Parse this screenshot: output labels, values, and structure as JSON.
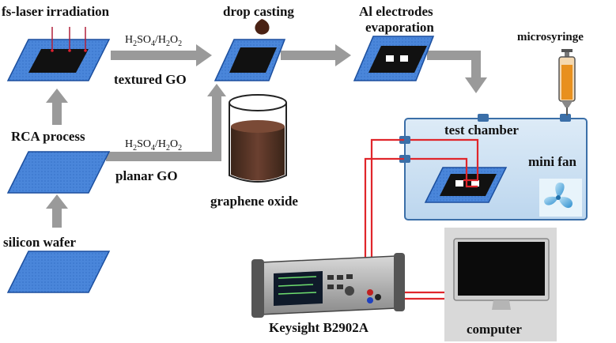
{
  "labels": {
    "fs_laser": "fs-laser irradiation",
    "drop_casting": "drop casting",
    "al_electrodes_1": "Al electrodes",
    "al_electrodes_2": "evaporation",
    "microsyringe": "microsyringe",
    "textured_go": "textured GO",
    "rca_process": "RCA process",
    "planar_go": "planar GO",
    "graphene_oxide": "graphene oxide",
    "test_chamber": "test chamber",
    "mini_fan": "mini fan",
    "silicon_wafer": "silicon wafer",
    "keysight": "Keysight B2902A",
    "computer": "computer"
  },
  "chem_top": {
    "a": "H",
    "a_sub": "2",
    "b": "SO",
    "b_sub": "4",
    "c": "/H",
    "c_sub": "2",
    "d": "O",
    "d_sub": "2"
  },
  "chem_bottom": {
    "a": "H",
    "a_sub": "2",
    "b": "SO",
    "b_sub": "4",
    "c": "/H",
    "c_sub": "2",
    "d": "O",
    "d_sub": "2"
  },
  "colors": {
    "wafer_blue": "#3f7fd6",
    "wafer_dark_blue": "#1c4f9e",
    "arrow_gray": "#9a9a9a",
    "chamber_fill": "#cfe3f3",
    "wire_red": "#e0262b",
    "go_black": "#111111",
    "syringe_orange": "#e8901e"
  }
}
